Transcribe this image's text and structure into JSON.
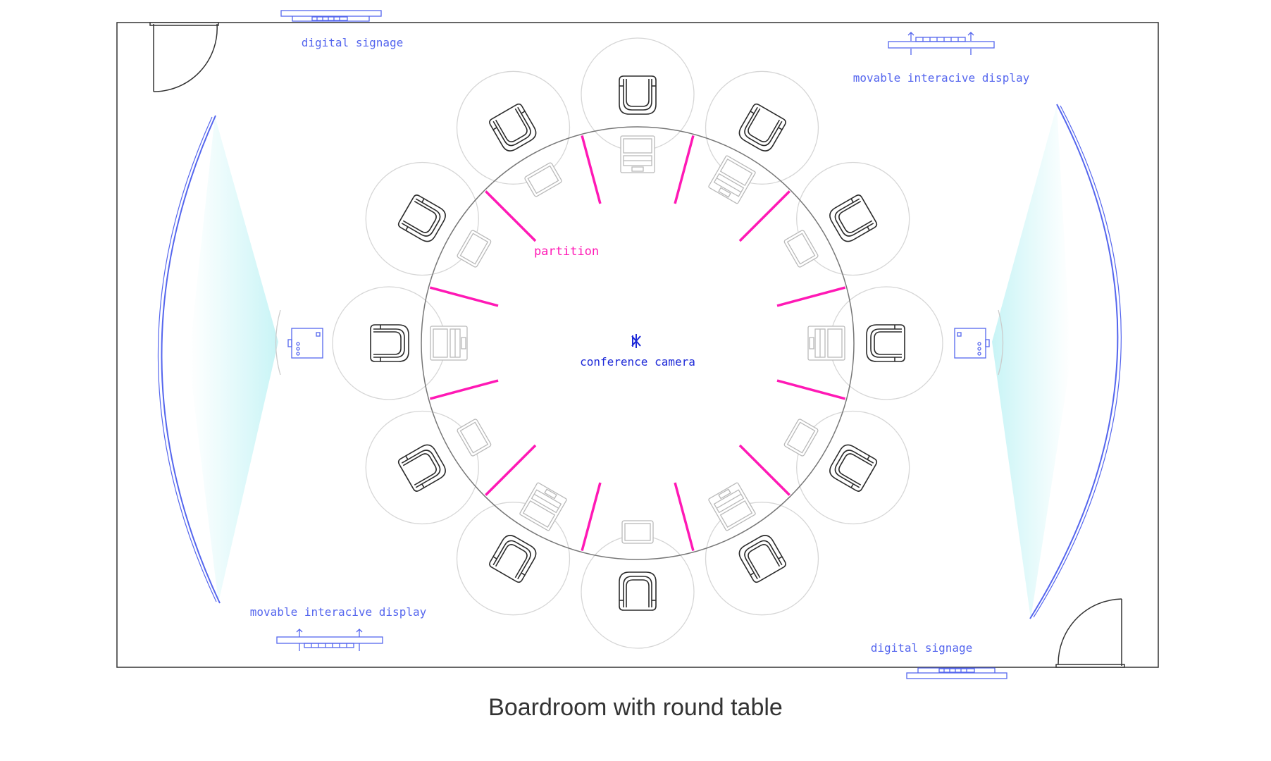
{
  "caption": "Boardroom with round table",
  "labels": {
    "digital_signage_top": "digital signage",
    "digital_signage_bottom": "digital signage",
    "movable_display_top": "movable interacive display",
    "movable_display_bottom": "movable interacive display",
    "partition": "partition",
    "conference_camera": "conference camera"
  },
  "colors": {
    "wall": "#333333",
    "furniture": "#2b2b2b",
    "clearance": "#d6d6d6",
    "table": "#777777",
    "partition": "#ff19b5",
    "equipment": "#5566ee",
    "camera": "#1e2ad8",
    "screen_glow": "#c8f4f6",
    "device": "#b9b9b9"
  },
  "icons": [
    "door-icon",
    "chair-icon",
    "laptop-icon",
    "tablet-icon",
    "camera-icon",
    "projector-icon",
    "signage-icon",
    "display-icon"
  ],
  "seats": 12,
  "partitions": 12
}
